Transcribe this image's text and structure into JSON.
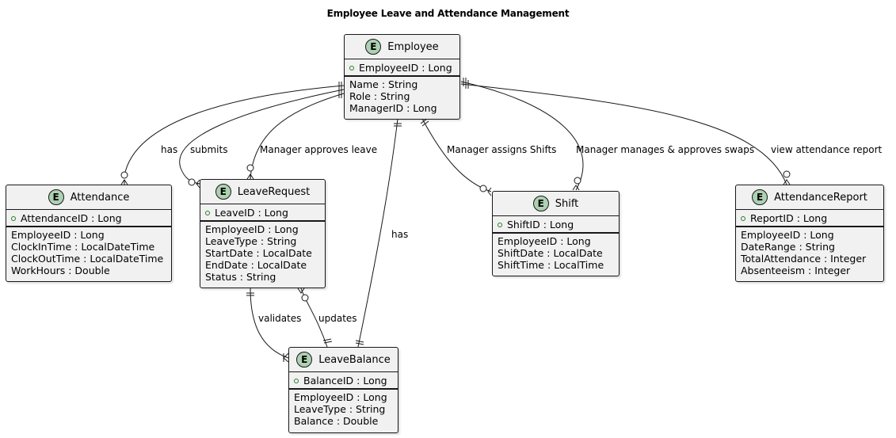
{
  "diagram": {
    "title": "Employee Leave and Attendance Management",
    "entities": {
      "employee": {
        "name": "Employee",
        "badge": "E",
        "pk": "EmployeeID : Long",
        "attrs": [
          "Name : String",
          "Role : String",
          "ManagerID : Long"
        ]
      },
      "attendance": {
        "name": "Attendance",
        "badge": "E",
        "pk": "AttendanceID : Long",
        "attrs": [
          "EmployeeID : Long",
          "ClockInTime : LocalDateTime",
          "ClockOutTime : LocalDateTime",
          "WorkHours : Double"
        ]
      },
      "leave_request": {
        "name": "LeaveRequest",
        "badge": "E",
        "pk": "LeaveID : Long",
        "attrs": [
          "EmployeeID : Long",
          "LeaveType : String",
          "StartDate : LocalDate",
          "EndDate : LocalDate",
          "Status : String"
        ]
      },
      "shift": {
        "name": "Shift",
        "badge": "E",
        "pk": "ShiftID : Long",
        "attrs": [
          "EmployeeID : Long",
          "ShiftDate : LocalDate",
          "ShiftTime : LocalTime"
        ]
      },
      "attendance_report": {
        "name": "AttendanceReport",
        "badge": "E",
        "pk": "ReportID : Long",
        "attrs": [
          "EmployeeID : Long",
          "DateRange : String",
          "TotalAttendance : Integer",
          "Absenteeism : Integer"
        ]
      },
      "leave_balance": {
        "name": "LeaveBalance",
        "badge": "E",
        "pk": "BalanceID : Long",
        "attrs": [
          "EmployeeID : Long",
          "LeaveType : String",
          "Balance : Double"
        ]
      }
    },
    "relationships": {
      "emp_attendance": "has",
      "emp_leave_request": "submits",
      "emp_manager_approves": "Manager approves leave",
      "emp_leave_balance": "has",
      "emp_shift_assign": "Manager assigns Shifts",
      "emp_shift_swaps": "Manager manages & approves swaps",
      "emp_report": "view attendance report",
      "request_validates": "validates",
      "request_updates": "updates"
    }
  }
}
